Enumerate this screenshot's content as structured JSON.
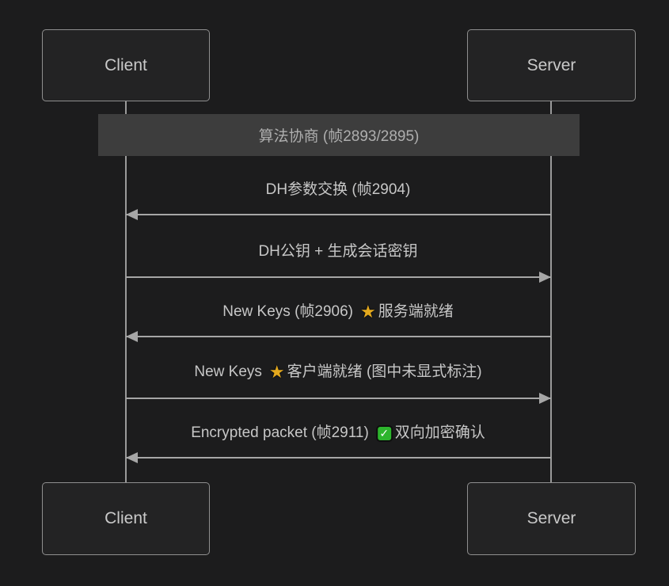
{
  "diagram": {
    "type": "sequence",
    "actors": {
      "left": "Client",
      "right": "Server"
    },
    "note": {
      "text": "算法协商 (帧2893/2895)"
    },
    "messages": [
      {
        "prefix": "DH参数交换 (帧2904)",
        "icon": null,
        "suffix": "",
        "direction": "server_to_client"
      },
      {
        "prefix": "DH公钥 + 生成会话密钥",
        "icon": null,
        "suffix": "",
        "direction": "client_to_server"
      },
      {
        "prefix": "New Keys (帧2906)",
        "icon": "star",
        "suffix": "服务端就绪",
        "direction": "server_to_client"
      },
      {
        "prefix": "New Keys",
        "icon": "star",
        "suffix": "客户端就绪 (图中未显式标注)",
        "direction": "client_to_server"
      },
      {
        "prefix": "Encrypted packet (帧2911)",
        "icon": "check",
        "suffix": "双向加密确认",
        "direction": "server_to_client"
      }
    ],
    "icons": {
      "star": "★",
      "check": "✓"
    },
    "colors": {
      "background": "#1c1c1d",
      "box_fill": "#232324",
      "box_border": "#8f8f8f",
      "line": "#a6a6a6",
      "text": "#c7c7c7",
      "note_fill": "#3d3d3d",
      "note_text": "#aeaeae",
      "star": "#e4a91e",
      "check_bg": "#2db52d"
    }
  }
}
